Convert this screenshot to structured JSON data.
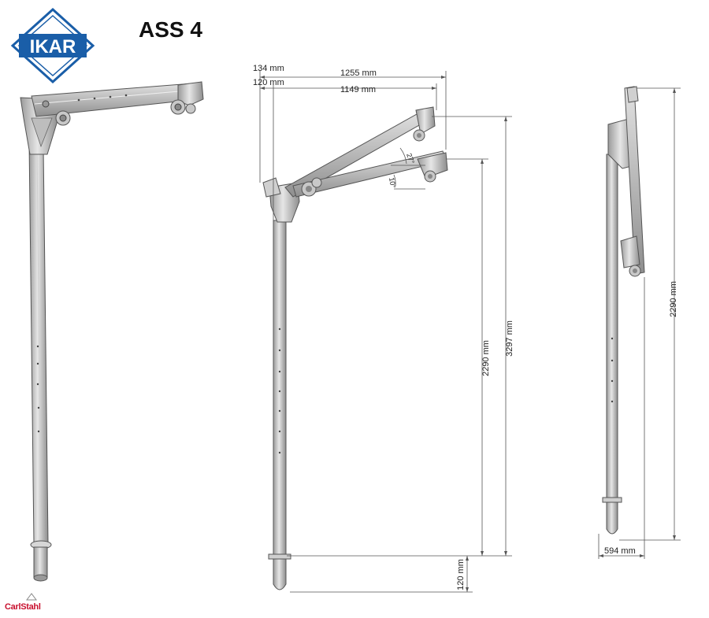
{
  "title": "ASS 4",
  "logo": {
    "text": "IKAR",
    "color": "#1a5ea8"
  },
  "brand": {
    "text": "CarlStahl",
    "color": "#c8102e"
  },
  "dimensions": {
    "top_outer": "1255 mm",
    "top_inner": "1149 mm",
    "left_outer": "134 mm",
    "left_inner": "120 mm",
    "mast_height": "2290 mm",
    "total_height": "3297 mm",
    "sleeve_depth": "120 mm",
    "side_height": "2290 mm",
    "side_width": "594 mm",
    "angle_upper": "27°",
    "angle_lower": "10°"
  }
}
